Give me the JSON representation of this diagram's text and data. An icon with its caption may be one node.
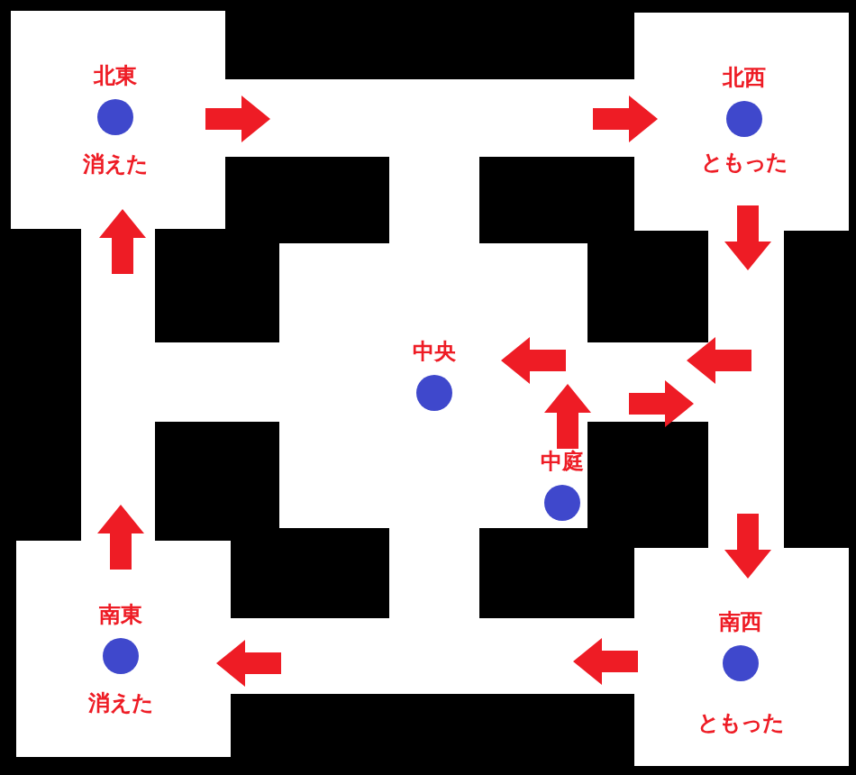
{
  "diagram": {
    "nodes": [
      {
        "text": [
          "北東",
          "消えた"
        ]
      },
      {
        "text": [
          "北西",
          "ともった"
        ]
      },
      {
        "text": [
          "中央"
        ]
      },
      {
        "text": [
          "中庭"
        ]
      },
      {
        "text": [
          "南東",
          "消えた"
        ]
      },
      {
        "text": [
          "南西",
          "ともった"
        ]
      }
    ]
  }
}
